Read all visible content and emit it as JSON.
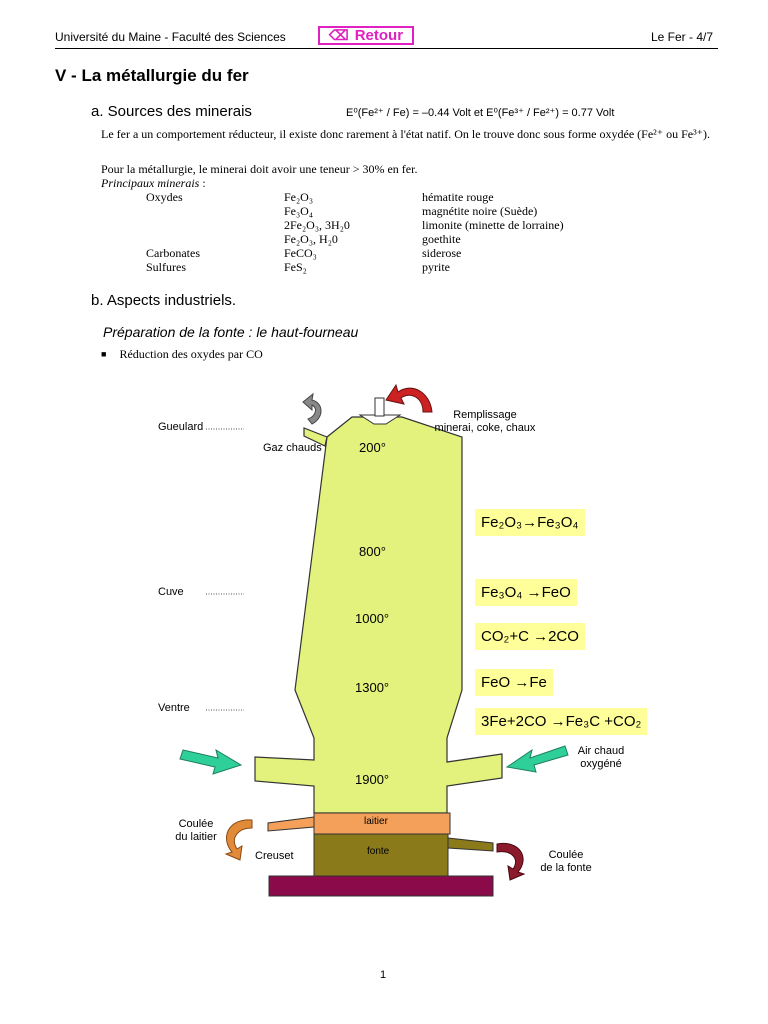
{
  "header": {
    "left": "Université du Maine - Faculté des Sciences",
    "retour": "Retour",
    "right": "Le Fer - 4/7"
  },
  "title": "V - La métallurgie du fer",
  "section_a": {
    "heading": "a. Sources des minerais",
    "potential1": "E⁰(Fe²⁺ / Fe) = –0.44 Volt",
    "potential_sep": "et",
    "potential2": "E⁰(Fe³⁺ / Fe²⁺) = 0.77 Volt",
    "para1": "Le fer a un comportement réducteur, il existe donc rarement à l'état natif. On le trouve donc sous forme oxydée (Fe²⁺ ou Fe³⁺).",
    "para2": "Pour la métallurgie, le minerai doit avoir une teneur > 30% en fer.",
    "principaux": "Principaux minerais",
    "principaux_colon": " :",
    "minerals": [
      {
        "cat": "Oxydes",
        "formula": "Fe₂O₃",
        "name": "hématite rouge"
      },
      {
        "cat": "",
        "formula": "Fe₃O₄",
        "name": "magnétite noire (Suède)"
      },
      {
        "cat": "",
        "formula": "2Fe₂O₃, 3H₂0",
        "name": "limonite (minette de lorraine)"
      },
      {
        "cat": "",
        "formula": "Fe₂O₃, H₂0",
        "name": "goethite"
      },
      {
        "cat": "Carbonates",
        "formula": "FeCO₃",
        "name": "siderose"
      },
      {
        "cat": "Sulfures",
        "formula": "FeS₂",
        "name": "pyrite"
      }
    ]
  },
  "section_b": {
    "heading": "b. Aspects industriels.",
    "subheading": "Préparation de la fonte : le haut-fourneau",
    "bullet": "Réduction des oxydes par CO"
  },
  "diagram": {
    "labels": {
      "gueulard": "Gueulard",
      "cuve": "Cuve",
      "ventre": "Ventre",
      "gaz_chauds": "Gaz chauds",
      "remplissage_1": "Remplissage",
      "remplissage_2": "minerai, coke, chaux",
      "air_1": "Air chaud",
      "air_2": "oxygéné",
      "coulee_laitier_1": "Coulée",
      "coulee_laitier_2": "du laitier",
      "creuset": "Creuset",
      "laitier": "laitier",
      "fonte": "fonte",
      "coulee_fonte_1": "Coulée",
      "coulee_fonte_2": "de la fonte"
    },
    "temperatures": [
      "200°",
      "800°",
      "1000°",
      "1300°",
      "1900°"
    ],
    "reactions": [
      "Fe₂O₃→Fe₃O₄",
      "Fe₃O₄ →FeO",
      "CO₂+C →2CO",
      "FeO →Fe",
      "3Fe+2CO →Fe₃C +CO₂"
    ],
    "colors": {
      "furnace": "#e3f27c",
      "laitier": "#f5a05a",
      "fonte": "#8b7a1a",
      "base": "#8b0a4a",
      "reaction_bg": "#ffff99",
      "air_arrow": "#2fcf9a",
      "fill_arrow": "#cc2222"
    }
  },
  "footer": {
    "page": "1"
  }
}
